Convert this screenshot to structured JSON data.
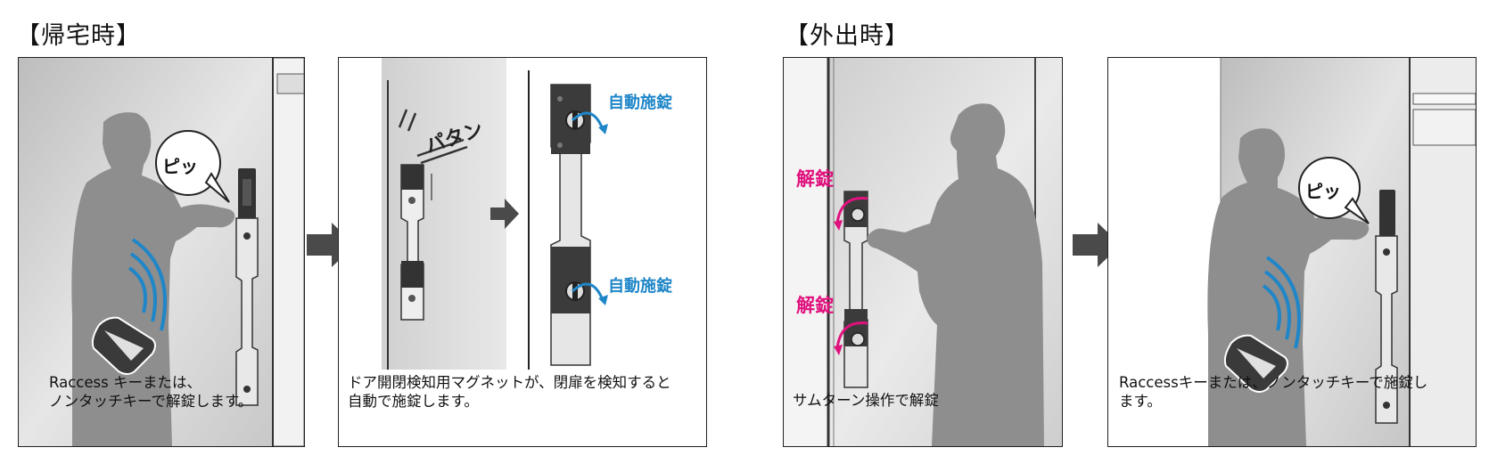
{
  "sections": {
    "return_home": {
      "title": "【帰宅時】"
    },
    "going_out": {
      "title": "【外出時】"
    }
  },
  "panels": {
    "p1": {
      "caption": [
        "Raccess キーまたは、",
        "ノンタッチキーで解錠します。"
      ],
      "bubble": "ピッ"
    },
    "p2": {
      "caption": [
        "ドア開閉検知用マグネットが、閉扉を検知すると",
        "自動で施錠します。"
      ],
      "sfx": "パタン",
      "label_top": "自動施錠",
      "label_bottom": "自動施錠"
    },
    "p3": {
      "caption": [
        "サムターン操作で解錠"
      ],
      "label_top": "解錠",
      "label_bottom": "解錠"
    },
    "p4": {
      "caption": [
        "Raccessキーまたは、ノンタッチキーで施錠し",
        "ます。"
      ],
      "bubble": "ピッ"
    }
  },
  "colors": {
    "accent_blue": "#1f86c8",
    "accent_pink": "#e0117d",
    "silhouette": "#8e8e8e",
    "arrow": "#4a4a4a"
  }
}
